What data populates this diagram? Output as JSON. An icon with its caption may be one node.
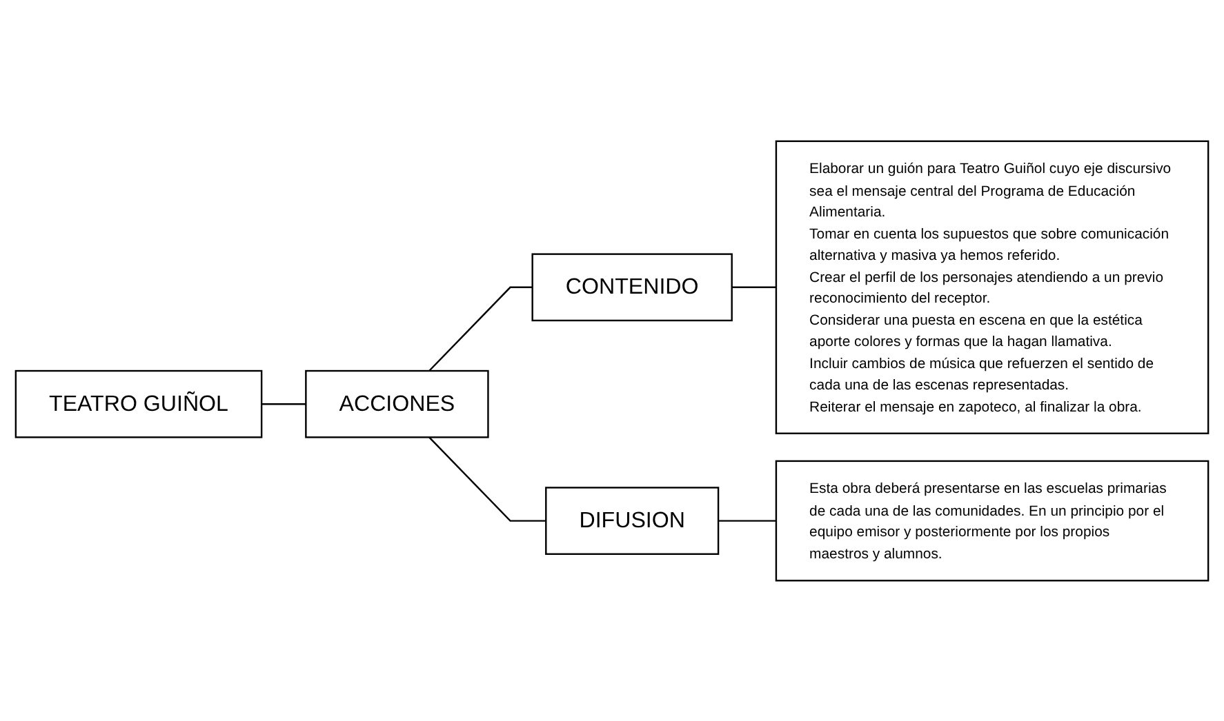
{
  "diagram": {
    "nodes": [
      {
        "text": [
          "TEATRO GUIÑOL"
        ]
      },
      {
        "text": [
          "CONTENIDO"
        ]
      },
      {
        "text": [
          "ACCIONES"
        ]
      },
      {
        "text": [
          "DIFUSION"
        ]
      },
      {
        "text": [
          "Elaborar un guión para Teatro Guiñol cuyo eje discursivo sea el mensaje central del Programa de Educación Alimentaria.",
          "Tomar en cuenta los supuestos que sobre comunicación alternativa y masiva ya hemos referido.",
          "Crear el perfil de los personajes atendiendo a un previo reconocimiento del receptor.",
          "Considerar una puesta en escena en que la estética aporte colores y formas que la hagan llamativa.",
          "Incluir cambios de música que refuerzen el sentido de cada una de las escenas representadas.",
          "Reiterar el mensaje en zapoteco, al finalizar la obra."
        ]
      },
      {
        "text": [
          "Esta obra deberá presentarse en las escuelas primarias de cada una de las comunidades. En un principio por el equipo emisor y posteriormente por los propios maestros y alumnos."
        ]
      }
    ],
    "edges": [
      {
        "from": 0,
        "to": 2,
        "arrow": "none"
      },
      {
        "from": 2,
        "to": 1,
        "arrow": "none"
      },
      {
        "from": 2,
        "to": 3,
        "arrow": "none"
      },
      {
        "from": 1,
        "to": 4,
        "arrow": "none"
      },
      {
        "from": 3,
        "to": 5,
        "arrow": "none"
      }
    ]
  }
}
